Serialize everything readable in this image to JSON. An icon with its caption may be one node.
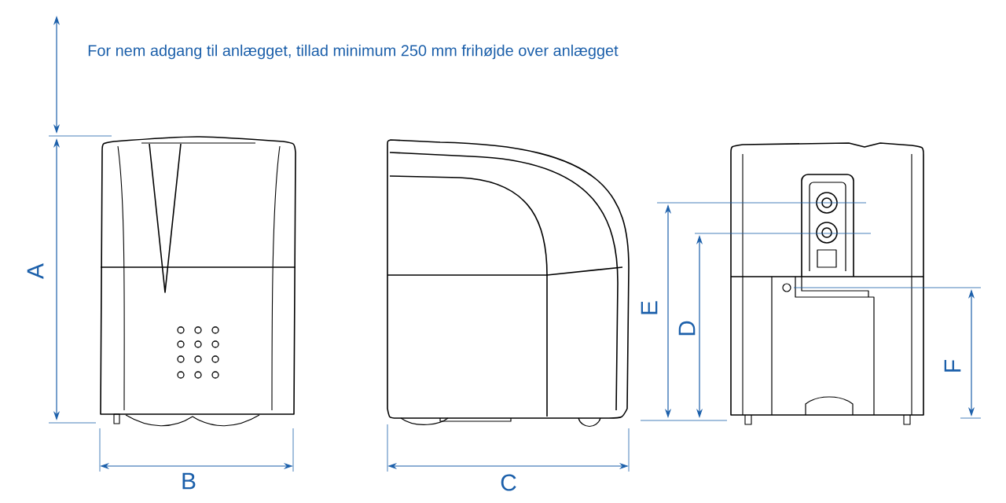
{
  "diagram": {
    "labels": [
      "For nem adgang til anlægget, tillad minimum 250 mm frihøjde over anlægget",
      "A",
      "E",
      "D",
      "F",
      "B",
      "C"
    ]
  }
}
